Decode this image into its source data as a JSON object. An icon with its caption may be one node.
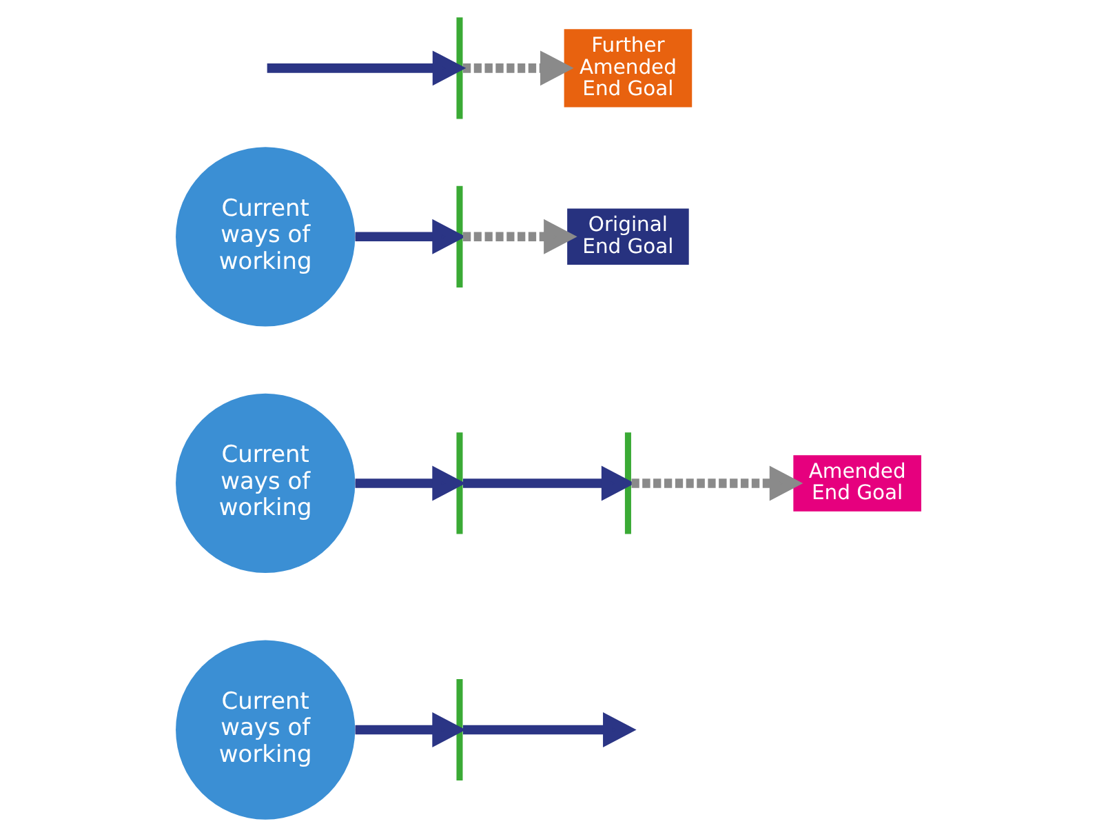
{
  "diagram": {
    "nodes": [
      {
        "text": [
          "Current ways of working"
        ]
      },
      {
        "text": [],
        "shape": "bar"
      },
      {
        "text": [
          "Original End Goal"
        ]
      },
      {
        "text": [
          "Current ways of working"
        ]
      },
      {
        "text": [],
        "shape": "bar"
      },
      {
        "text": [],
        "shape": "bar"
      },
      {
        "text": [
          "Amended End Goal"
        ]
      },
      {
        "text": [
          "Further Amended End Goal"
        ]
      },
      {
        "text": [
          "Current ways of working"
        ]
      },
      {
        "text": [],
        "shape": "bar"
      },
      {
        "text": [],
        "shape": "bar"
      }
    ],
    "edges": [
      {
        "from": 0,
        "to": 1,
        "arrow": "to"
      },
      {
        "from": 1,
        "to": 2,
        "arrow": "to",
        "style": "dashed",
        "color": "#8a8a8a"
      },
      {
        "from": 3,
        "to": 4,
        "arrow": "to"
      },
      {
        "from": 4,
        "to": 5,
        "arrow": "to"
      },
      {
        "from": 5,
        "to": 6,
        "arrow": "to",
        "style": "dashed",
        "color": "#8a8a8a"
      },
      {
        "from": 8,
        "to": 9,
        "arrow": "to"
      },
      {
        "from": 9,
        "to": null,
        "arrow": "to"
      },
      {
        "from": null,
        "to": 10,
        "arrow": "to"
      },
      {
        "from": 10,
        "to": 7,
        "arrow": "to",
        "style": "dashed",
        "color": "#8a8a8a"
      }
    ]
  }
}
